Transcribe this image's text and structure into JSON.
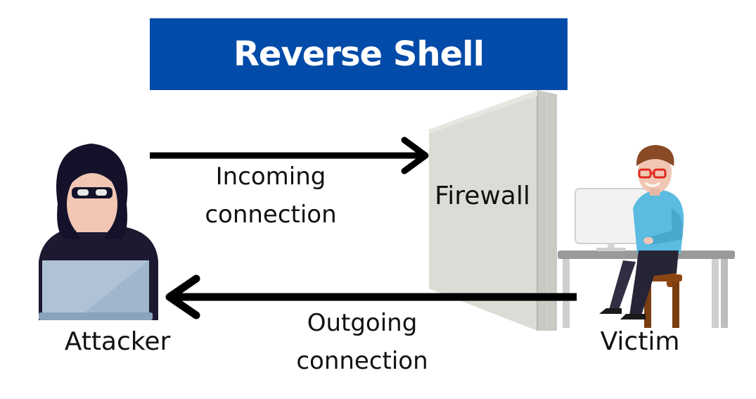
{
  "title": "Reverse Shell",
  "nodes": {
    "attacker": "Attacker",
    "victim": "Victim",
    "firewall": "Firewall"
  },
  "edges": {
    "incoming": {
      "line1": "Incoming",
      "line2": "connection"
    },
    "outgoing": {
      "line1": "Outgoing",
      "line2": "connection"
    }
  },
  "colors": {
    "banner": "#034ba8",
    "banner_text": "#ffffff",
    "arrow": "#000000",
    "firewall_face": "#dcdcd6",
    "firewall_side": "#c8c8c2"
  },
  "icons": {
    "attacker": "hooded-hacker-with-laptop-icon",
    "victim": "man-at-desk-computer-icon",
    "firewall": "firewall-wall-icon"
  }
}
